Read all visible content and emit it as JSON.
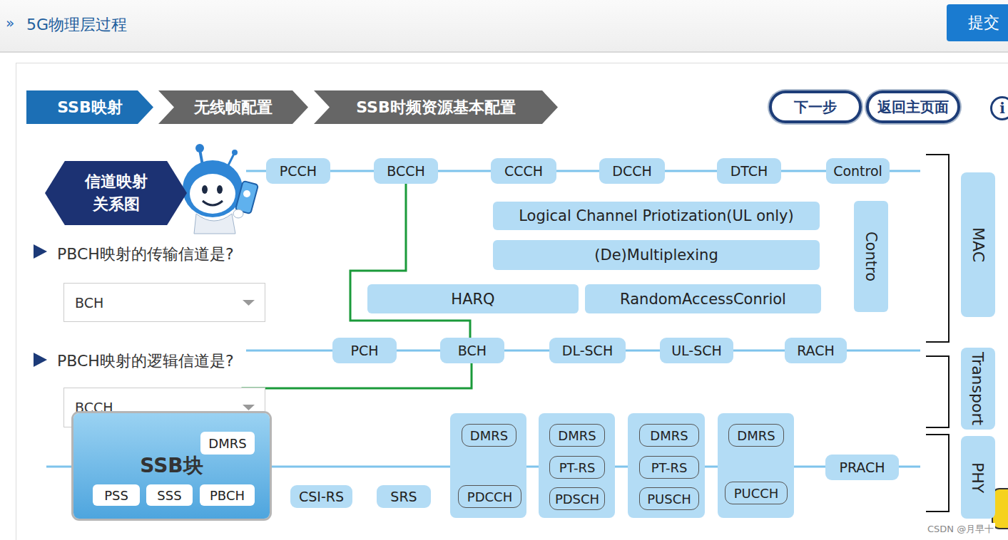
{
  "diagram": {
    "title": "5G物理层过程",
    "nodes": [
      {
        "text": [
          "提交"
        ]
      },
      {
        "text": [
          "SSB映射"
        ]
      },
      {
        "text": [
          "无线帧配置"
        ]
      },
      {
        "text": [
          "SSB时频资源基本配置"
        ]
      },
      {
        "text": [
          "下一步"
        ]
      },
      {
        "text": [
          "返回主页面"
        ]
      },
      {
        "text": [
          "i"
        ]
      },
      {
        "text": [
          "信道映射 关系图"
        ]
      },
      {
        "text": [
          "BCH"
        ]
      },
      {
        "text": [
          "BCCH"
        ]
      },
      {
        "text": [
          "PCCH"
        ]
      },
      {
        "text": [
          "BCCH"
        ]
      },
      {
        "text": [
          "CCCH"
        ]
      },
      {
        "text": [
          "DCCH"
        ]
      },
      {
        "text": [
          "DTCH"
        ]
      },
      {
        "text": [
          "Control"
        ]
      },
      {
        "text": [
          "Logical Channel Priotization(UL only)"
        ]
      },
      {
        "text": [
          "(De)Multiplexing"
        ]
      },
      {
        "text": [
          "HARQ"
        ]
      },
      {
        "text": [
          "RandomAccessConriol"
        ]
      },
      {
        "text": [
          "Contro"
        ]
      },
      {
        "text": [
          "MAC"
        ]
      },
      {
        "text": [
          "PCH"
        ]
      },
      {
        "text": [
          "BCH"
        ]
      },
      {
        "text": [
          "DL-SCH"
        ]
      },
      {
        "text": [
          "UL-SCH"
        ]
      },
      {
        "text": [
          "RACH"
        ]
      },
      {
        "text": [
          "Transport"
        ]
      },
      {
        "text": [
          "SSB块"
        ]
      },
      {
        "text": [
          "DMRS"
        ],
        "in": 28
      },
      {
        "text": [
          "PSS"
        ],
        "in": 28
      },
      {
        "text": [
          "SSS"
        ],
        "in": 28
      },
      {
        "text": [
          "PBCH"
        ],
        "in": 28
      },
      {
        "text": [
          "CSI-RS"
        ]
      },
      {
        "text": [
          "SRS"
        ]
      },
      {
        "text": []
      },
      {
        "text": [
          "DMRS"
        ],
        "in": 35
      },
      {
        "text": [
          "PDCCH"
        ],
        "in": 35
      },
      {
        "text": []
      },
      {
        "text": [
          "DMRS"
        ],
        "in": 38
      },
      {
        "text": [
          "PT-RS"
        ],
        "in": 38
      },
      {
        "text": [
          "PDSCH"
        ],
        "in": 38
      },
      {
        "text": []
      },
      {
        "text": [
          "DMRS"
        ],
        "in": 42
      },
      {
        "text": [
          "PT-RS"
        ],
        "in": 42
      },
      {
        "text": [
          "PUSCH"
        ],
        "in": 42
      },
      {
        "text": []
      },
      {
        "text": [
          "DMRS"
        ],
        "in": 46
      },
      {
        "text": [
          "PUCCH"
        ],
        "in": 46
      },
      {
        "text": [
          "PRACH"
        ]
      },
      {
        "text": [
          "PHY"
        ]
      }
    ],
    "edges": [
      {
        "from": 11,
        "to": 23,
        "arrow": "none"
      },
      {
        "from": 23,
        "to": 28,
        "arrow": "none"
      }
    ],
    "labels": [
      "»",
      "PBCH映射的传输信道是?",
      "PBCH映射的逻辑信道是?",
      "CSDN @月早十"
    ]
  }
}
